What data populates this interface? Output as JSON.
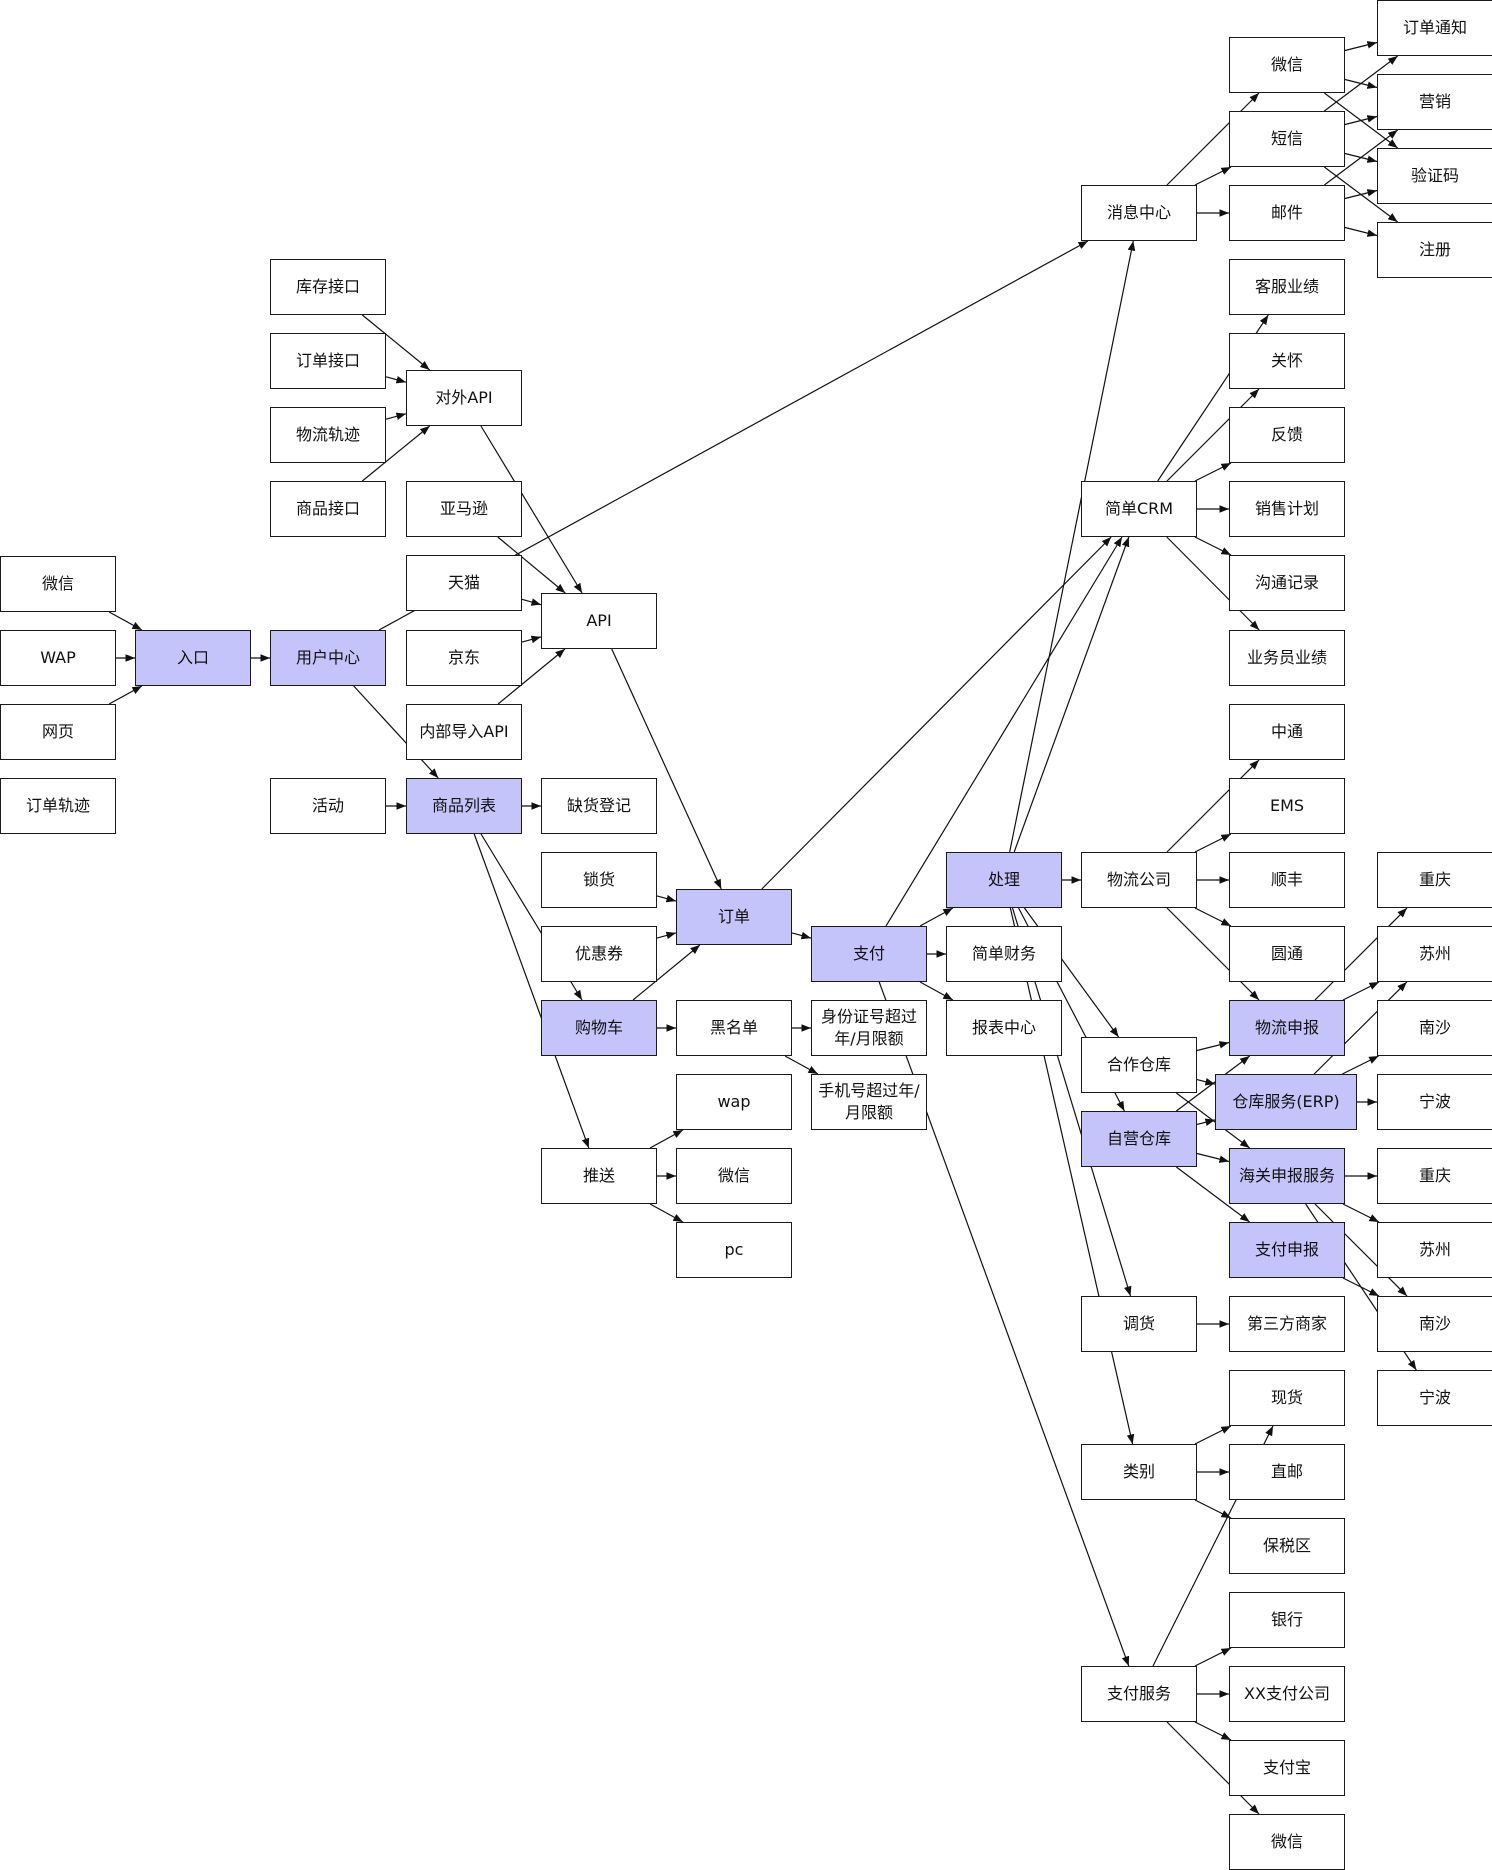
{
  "diagram": {
    "highlight_color": "#c4c4fb",
    "nodes": [
      {
        "id": "n_weixin_in",
        "label": "微信"
      },
      {
        "id": "n_wap_in",
        "label": "WAP"
      },
      {
        "id": "n_web_in",
        "label": "网页"
      },
      {
        "id": "n_order_track",
        "label": "订单轨迹"
      },
      {
        "id": "n_entry",
        "label": "入口",
        "highlight": true
      },
      {
        "id": "n_user_center",
        "label": "用户中心",
        "highlight": true
      },
      {
        "id": "n_stock_api",
        "label": "库存接口"
      },
      {
        "id": "n_order_api",
        "label": "订单接口"
      },
      {
        "id": "n_logistics_track",
        "label": "物流轨迹"
      },
      {
        "id": "n_goods_api",
        "label": "商品接口"
      },
      {
        "id": "n_external_api",
        "label": "对外API"
      },
      {
        "id": "n_amazon",
        "label": "亚马逊"
      },
      {
        "id": "n_tmall",
        "label": "天猫"
      },
      {
        "id": "n_jd",
        "label": "京东"
      },
      {
        "id": "n_internal_import",
        "label": "内部导入API"
      },
      {
        "id": "n_api",
        "label": "API"
      },
      {
        "id": "n_activity",
        "label": "活动"
      },
      {
        "id": "n_goods_list",
        "label": "商品列表",
        "highlight": true
      },
      {
        "id": "n_shortage",
        "label": "缺货登记"
      },
      {
        "id": "n_lock",
        "label": "锁货"
      },
      {
        "id": "n_coupon",
        "label": "优惠券"
      },
      {
        "id": "n_order",
        "label": "订单",
        "highlight": true
      },
      {
        "id": "n_cart",
        "label": "购物车",
        "highlight": true
      },
      {
        "id": "n_blacklist",
        "label": "黑名单"
      },
      {
        "id": "n_push",
        "label": "推送"
      },
      {
        "id": "n_push_wap",
        "label": "wap"
      },
      {
        "id": "n_push_weixin",
        "label": "微信"
      },
      {
        "id": "n_push_pc",
        "label": "pc"
      },
      {
        "id": "n_idcard_limit",
        "label": "身份证号超过\n年/月限额"
      },
      {
        "id": "n_phone_limit",
        "label": "手机号超过年/\n月限额"
      },
      {
        "id": "n_pay",
        "label": "支付",
        "highlight": true
      },
      {
        "id": "n_process",
        "label": "处理",
        "highlight": true
      },
      {
        "id": "n_finance",
        "label": "简单财务"
      },
      {
        "id": "n_report",
        "label": "报表中心"
      },
      {
        "id": "n_msg_center",
        "label": "消息中心"
      },
      {
        "id": "n_msg_weixin",
        "label": "微信"
      },
      {
        "id": "n_msg_sms",
        "label": "短信"
      },
      {
        "id": "n_msg_mail",
        "label": "邮件"
      },
      {
        "id": "n_order_notice",
        "label": "订单通知"
      },
      {
        "id": "n_marketing",
        "label": "营销"
      },
      {
        "id": "n_verify_code",
        "label": "验证码"
      },
      {
        "id": "n_register",
        "label": "注册"
      },
      {
        "id": "n_crm",
        "label": "简单CRM"
      },
      {
        "id": "n_cs_perf",
        "label": "客服业绩"
      },
      {
        "id": "n_care",
        "label": "关怀"
      },
      {
        "id": "n_feedback",
        "label": "反馈"
      },
      {
        "id": "n_sales_plan",
        "label": "销售计划"
      },
      {
        "id": "n_comm_log",
        "label": "沟通记录"
      },
      {
        "id": "n_sales_perf",
        "label": "业务员业绩"
      },
      {
        "id": "n_logistics_co",
        "label": "物流公司"
      },
      {
        "id": "n_zto",
        "label": "中通"
      },
      {
        "id": "n_ems",
        "label": "EMS"
      },
      {
        "id": "n_sf",
        "label": "顺丰"
      },
      {
        "id": "n_yto",
        "label": "圆通"
      },
      {
        "id": "n_coop_wh",
        "label": "合作仓库"
      },
      {
        "id": "n_own_wh",
        "label": "自营仓库",
        "highlight": true
      },
      {
        "id": "n_logistics_decl",
        "label": "物流申报",
        "highlight": true
      },
      {
        "id": "n_wh_erp",
        "label": "仓库服务(ERP)",
        "highlight": true
      },
      {
        "id": "n_customs_decl",
        "label": "海关申报服务",
        "highlight": true
      },
      {
        "id": "n_pay_decl",
        "label": "支付申报",
        "highlight": true
      },
      {
        "id": "n_chongqing_1",
        "label": "重庆"
      },
      {
        "id": "n_suzhou_1",
        "label": "苏州"
      },
      {
        "id": "n_nansha_1",
        "label": "南沙"
      },
      {
        "id": "n_ningbo_1",
        "label": "宁波"
      },
      {
        "id": "n_chongqing_2",
        "label": "重庆"
      },
      {
        "id": "n_suzhou_2",
        "label": "苏州"
      },
      {
        "id": "n_nansha_2",
        "label": "南沙"
      },
      {
        "id": "n_ningbo_2",
        "label": "宁波"
      },
      {
        "id": "n_transfer",
        "label": "调货"
      },
      {
        "id": "n_third_party",
        "label": "第三方商家"
      },
      {
        "id": "n_spot",
        "label": "现货"
      },
      {
        "id": "n_category",
        "label": "类别"
      },
      {
        "id": "n_direct_mail",
        "label": "直邮"
      },
      {
        "id": "n_bonded",
        "label": "保税区"
      },
      {
        "id": "n_pay_service",
        "label": "支付服务"
      },
      {
        "id": "n_bank",
        "label": "银行"
      },
      {
        "id": "n_xx_pay",
        "label": "XX支付公司"
      },
      {
        "id": "n_alipay",
        "label": "支付宝"
      },
      {
        "id": "n_wechat_pay",
        "label": "微信"
      }
    ],
    "edges": [
      [
        "n_weixin_in",
        "n_entry"
      ],
      [
        "n_wap_in",
        "n_entry"
      ],
      [
        "n_web_in",
        "n_entry"
      ],
      [
        "n_entry",
        "n_user_center"
      ],
      [
        "n_user_center",
        "n_goods_list"
      ],
      [
        "n_user_center",
        "n_msg_center"
      ],
      [
        "n_stock_api",
        "n_external_api"
      ],
      [
        "n_order_api",
        "n_external_api"
      ],
      [
        "n_logistics_track",
        "n_external_api"
      ],
      [
        "n_goods_api",
        "n_external_api"
      ],
      [
        "n_external_api",
        "n_api"
      ],
      [
        "n_amazon",
        "n_api"
      ],
      [
        "n_tmall",
        "n_api"
      ],
      [
        "n_jd",
        "n_api"
      ],
      [
        "n_internal_import",
        "n_api"
      ],
      [
        "n_api",
        "n_order"
      ],
      [
        "n_activity",
        "n_goods_list"
      ],
      [
        "n_goods_list",
        "n_shortage"
      ],
      [
        "n_goods_list",
        "n_cart"
      ],
      [
        "n_goods_list",
        "n_push"
      ],
      [
        "n_lock",
        "n_order"
      ],
      [
        "n_coupon",
        "n_order"
      ],
      [
        "n_cart",
        "n_order"
      ],
      [
        "n_cart",
        "n_blacklist"
      ],
      [
        "n_blacklist",
        "n_idcard_limit"
      ],
      [
        "n_blacklist",
        "n_phone_limit"
      ],
      [
        "n_push",
        "n_push_wap"
      ],
      [
        "n_push",
        "n_push_weixin"
      ],
      [
        "n_push",
        "n_push_pc"
      ],
      [
        "n_order",
        "n_pay"
      ],
      [
        "n_order",
        "n_crm"
      ],
      [
        "n_pay",
        "n_process"
      ],
      [
        "n_pay",
        "n_finance"
      ],
      [
        "n_pay",
        "n_report"
      ],
      [
        "n_pay",
        "n_crm"
      ],
      [
        "n_pay",
        "n_pay_service"
      ],
      [
        "n_process",
        "n_logistics_co"
      ],
      [
        "n_process",
        "n_coop_wh"
      ],
      [
        "n_process",
        "n_own_wh"
      ],
      [
        "n_process",
        "n_transfer"
      ],
      [
        "n_process",
        "n_category"
      ],
      [
        "n_process",
        "n_msg_center"
      ],
      [
        "n_process",
        "n_crm"
      ],
      [
        "n_msg_center",
        "n_msg_weixin"
      ],
      [
        "n_msg_center",
        "n_msg_sms"
      ],
      [
        "n_msg_center",
        "n_msg_mail"
      ],
      [
        "n_msg_weixin",
        "n_order_notice"
      ],
      [
        "n_msg_weixin",
        "n_marketing"
      ],
      [
        "n_msg_weixin",
        "n_verify_code"
      ],
      [
        "n_msg_sms",
        "n_order_notice"
      ],
      [
        "n_msg_sms",
        "n_marketing"
      ],
      [
        "n_msg_sms",
        "n_verify_code"
      ],
      [
        "n_msg_sms",
        "n_register"
      ],
      [
        "n_msg_mail",
        "n_marketing"
      ],
      [
        "n_msg_mail",
        "n_verify_code"
      ],
      [
        "n_msg_mail",
        "n_register"
      ],
      [
        "n_crm",
        "n_cs_perf"
      ],
      [
        "n_crm",
        "n_care"
      ],
      [
        "n_crm",
        "n_feedback"
      ],
      [
        "n_crm",
        "n_sales_plan"
      ],
      [
        "n_crm",
        "n_comm_log"
      ],
      [
        "n_crm",
        "n_sales_perf"
      ],
      [
        "n_logistics_co",
        "n_zto"
      ],
      [
        "n_logistics_co",
        "n_ems"
      ],
      [
        "n_logistics_co",
        "n_sf"
      ],
      [
        "n_logistics_co",
        "n_yto"
      ],
      [
        "n_logistics_co",
        "n_logistics_decl"
      ],
      [
        "n_coop_wh",
        "n_logistics_decl"
      ],
      [
        "n_coop_wh",
        "n_wh_erp"
      ],
      [
        "n_coop_wh",
        "n_customs_decl"
      ],
      [
        "n_own_wh",
        "n_logistics_decl"
      ],
      [
        "n_own_wh",
        "n_wh_erp"
      ],
      [
        "n_own_wh",
        "n_customs_decl"
      ],
      [
        "n_own_wh",
        "n_pay_decl"
      ],
      [
        "n_logistics_decl",
        "n_chongqing_1"
      ],
      [
        "n_logistics_decl",
        "n_suzhou_1"
      ],
      [
        "n_wh_erp",
        "n_suzhou_1"
      ],
      [
        "n_wh_erp",
        "n_nansha_1"
      ],
      [
        "n_wh_erp",
        "n_ningbo_1"
      ],
      [
        "n_customs_decl",
        "n_chongqing_2"
      ],
      [
        "n_customs_decl",
        "n_suzhou_2"
      ],
      [
        "n_customs_decl",
        "n_nansha_2"
      ],
      [
        "n_customs_decl",
        "n_ningbo_2"
      ],
      [
        "n_pay_decl",
        "n_nansha_2"
      ],
      [
        "n_transfer",
        "n_third_party"
      ],
      [
        "n_category",
        "n_spot"
      ],
      [
        "n_category",
        "n_direct_mail"
      ],
      [
        "n_category",
        "n_bonded"
      ],
      [
        "n_pay_service",
        "n_bank"
      ],
      [
        "n_pay_service",
        "n_xx_pay"
      ],
      [
        "n_pay_service",
        "n_alipay"
      ],
      [
        "n_pay_service",
        "n_wechat_pay"
      ],
      [
        "n_pay_service",
        "n_spot"
      ]
    ]
  }
}
